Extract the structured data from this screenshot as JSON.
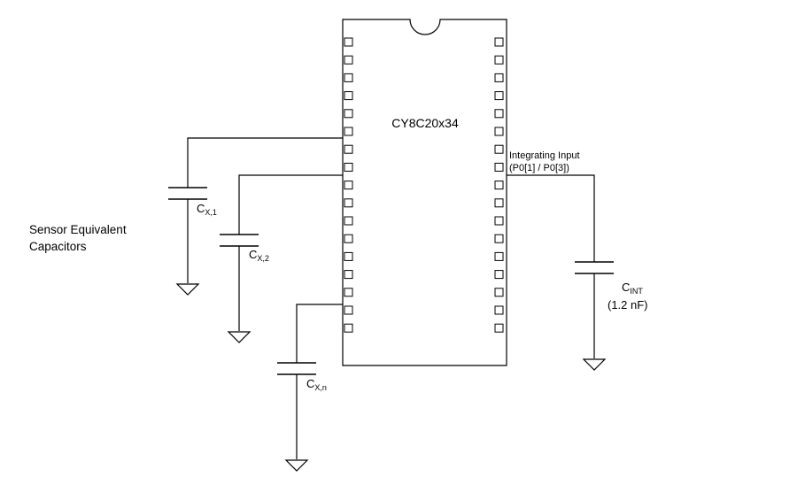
{
  "chip": {
    "name": "CY8C20x34",
    "pins_per_side": 17
  },
  "integrating_input": {
    "line1": "Integrating Input",
    "line2": "(P0[1] / P0[3])"
  },
  "sensor_caption": {
    "line1": "Sensor Equivalent",
    "line2": "Capacitors"
  },
  "capacitors": {
    "cx1": {
      "main": "C",
      "sub": "X,1"
    },
    "cx2": {
      "main": "C",
      "sub": "X,2"
    },
    "cxn": {
      "main": "C",
      "sub": "X,n"
    },
    "cint": {
      "main": "C",
      "sub": "INT",
      "value": "(1.2 nF)"
    }
  }
}
